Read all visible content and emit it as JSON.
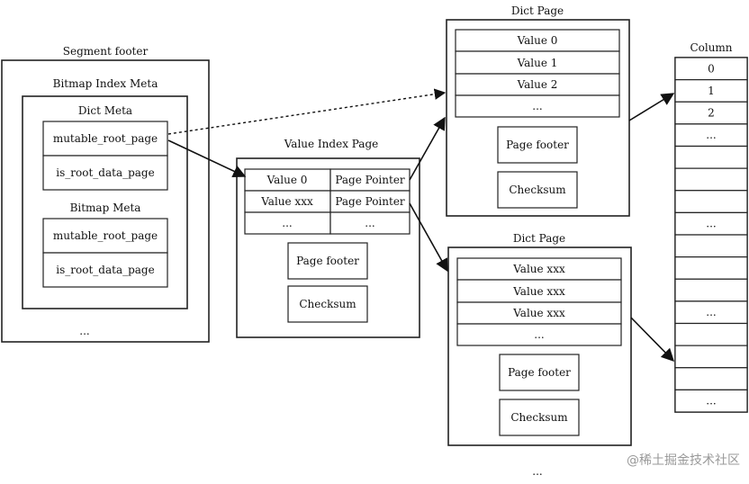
{
  "segment_footer": {
    "title": "Segment footer",
    "bitmap_index_meta_title": "Bitmap Index Meta",
    "dict_meta_title": "Dict Meta",
    "dict_meta_rows": [
      "mutable_root_page",
      "is_root_data_page"
    ],
    "bitmap_meta_title": "Bitmap Meta",
    "bitmap_meta_rows": [
      "mutable_root_page",
      "is_root_data_page"
    ],
    "ellipsis": "..."
  },
  "value_index_page": {
    "title": "Value Index Page",
    "rows": [
      [
        "Value 0",
        "Page Pointer"
      ],
      [
        "Value xxx",
        "Page Pointer"
      ],
      [
        "...",
        "..."
      ]
    ],
    "page_footer": "Page footer",
    "checksum": "Checksum"
  },
  "dict_page_top": {
    "title": "Dict Page",
    "rows": [
      "Value 0",
      "Value 1",
      "Value 2",
      "..."
    ],
    "page_footer": "Page footer",
    "checksum": "Checksum"
  },
  "dict_page_bottom": {
    "title": "Dict Page",
    "rows": [
      "Value xxx",
      "Value xxx",
      "Value xxx",
      "..."
    ],
    "page_footer": "Page footer",
    "checksum": "Checksum",
    "ellipsis_below": "..."
  },
  "column": {
    "title": "Column",
    "cells": [
      "0",
      "1",
      "2",
      "...",
      "",
      "",
      "",
      "...",
      "",
      "",
      "",
      "...",
      "",
      "",
      "",
      "..."
    ]
  },
  "watermark": "@稀土掘金技术社区",
  "arrows": [
    {
      "from": "dict-meta-mutable-root-page",
      "to": "dict-page-top",
      "style": "dashed"
    },
    {
      "from": "dict-meta-mutable-root-page",
      "to": "value-index-page",
      "style": "solid"
    },
    {
      "from": "value-index-row-0-pointer",
      "to": "dict-page-top",
      "style": "solid"
    },
    {
      "from": "value-index-row-1-pointer",
      "to": "dict-page-bottom",
      "style": "solid"
    },
    {
      "from": "dict-page-top",
      "to": "column-top",
      "style": "solid"
    },
    {
      "from": "dict-page-bottom",
      "to": "column-lower",
      "style": "solid"
    }
  ]
}
